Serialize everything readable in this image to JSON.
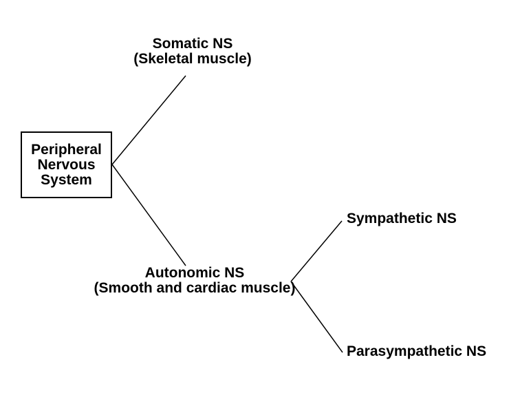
{
  "diagram": {
    "background_color": "#ffffff",
    "line_color": "#000000",
    "text_color": "#000000",
    "root": {
      "label_lines": [
        "Peripheral",
        "Nervous",
        "System"
      ]
    },
    "nodes": {
      "somatic": {
        "label": "Somatic NS",
        "sublabel": "(Skeletal muscle)",
        "parent": "root"
      },
      "autonomic": {
        "label": "Autonomic NS",
        "sublabel": "(Smooth and cardiac muscle)",
        "parent": "root"
      },
      "sympathetic": {
        "label": "Sympathetic NS",
        "parent": "autonomic"
      },
      "parasympathetic": {
        "label": "Parasympathetic NS",
        "parent": "autonomic"
      }
    }
  }
}
